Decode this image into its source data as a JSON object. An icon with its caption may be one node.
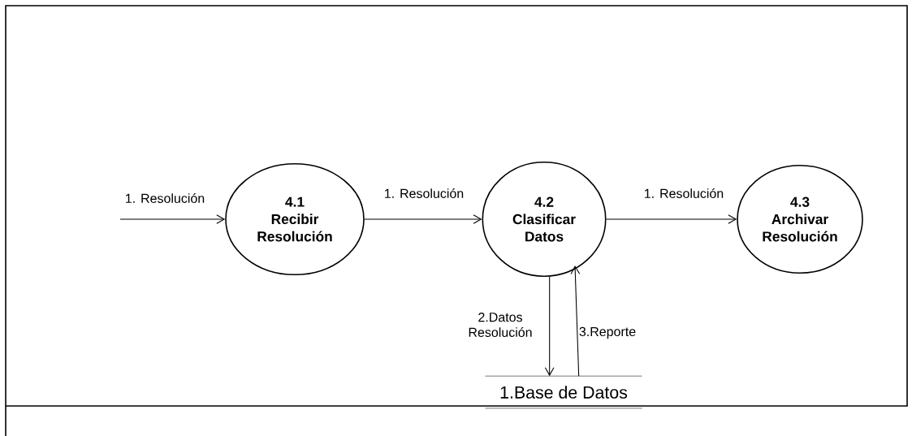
{
  "diagram": {
    "nodes": [
      {
        "text": [
          "4.1",
          "Recibir Resolución"
        ]
      },
      {
        "text": [
          "4.2",
          "Clasificar Datos"
        ]
      },
      {
        "text": [
          "4.3",
          "Archivar Resolución"
        ]
      },
      {
        "text": [
          "1.Base de Datos"
        ]
      }
    ],
    "edges": [
      {
        "from": null,
        "to": 0,
        "arrow": "to",
        "label": "1. Resolución"
      },
      {
        "from": 0,
        "to": 1,
        "arrow": "to",
        "label": "1. Resolución"
      },
      {
        "from": 1,
        "to": 2,
        "arrow": "to",
        "label": "1. Resolución"
      },
      {
        "from": 1,
        "to": 3,
        "arrow": "to",
        "label": "2.Datos Resolución"
      },
      {
        "from": 3,
        "to": 1,
        "arrow": "to",
        "label": "3.Reporte"
      }
    ]
  }
}
